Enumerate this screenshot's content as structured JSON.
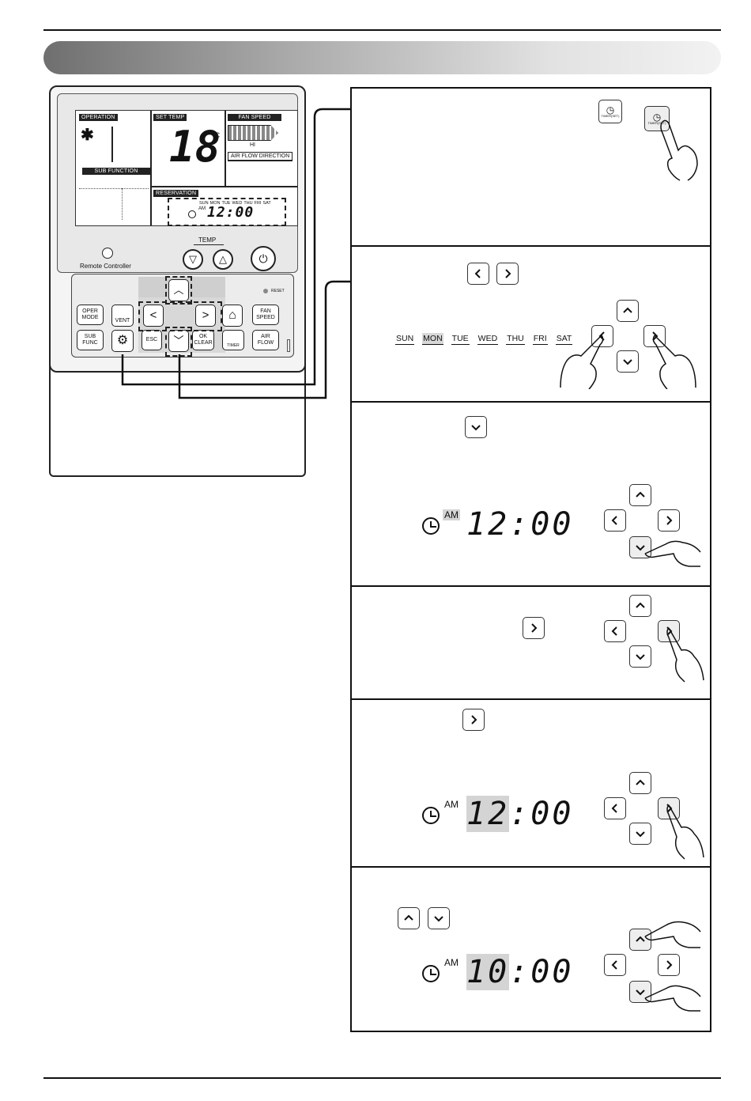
{
  "remote": {
    "lcd": {
      "operation": "OPERATION",
      "set_temp": "SET TEMP",
      "fan_speed": "FAN SPEED",
      "fan_level": "HI",
      "air_flow": "AIR FLOW DIRECTION",
      "sub_function": "SUB FUNCTION",
      "reservation": "RESERVATION",
      "temp_value": "18",
      "temp_unit": "°C",
      "days": [
        "SUN",
        "MON",
        "TUE",
        "WED",
        "THU",
        "FRI",
        "SAT"
      ],
      "ampm": "AM",
      "time": "12:00"
    },
    "temp_label": "TEMP",
    "name": "Remote Controller",
    "reset": "RESET",
    "buttons": {
      "oper_mode": "OPER MODE",
      "vent": "VENT",
      "fan_speed": "FAN SPEED",
      "sub_func": "SUB FUNC",
      "esc": "ESC",
      "ok_clear": "OK CLEAR",
      "timer": "TIMER",
      "air_flow": "AIR FLOW"
    }
  },
  "steps": {
    "timer_button_label": "TIMER(SET)",
    "days": [
      "SUN",
      "MON",
      "TUE",
      "WED",
      "THU",
      "FRI",
      "SAT"
    ],
    "selected_day": "MON",
    "ampm": "AM",
    "time_step3": "12:00",
    "time_step5_hour": "12",
    "time_step5_rest": ":00",
    "time_step6_hour": "10",
    "time_step6_rest": ":00"
  },
  "icons": [
    "clock-icon",
    "snowflake-icon",
    "chevron-up-icon",
    "chevron-down-icon",
    "chevron-left-icon",
    "chevron-right-icon",
    "gear-icon",
    "home-icon",
    "power-icon",
    "hand-pointer-icon"
  ]
}
